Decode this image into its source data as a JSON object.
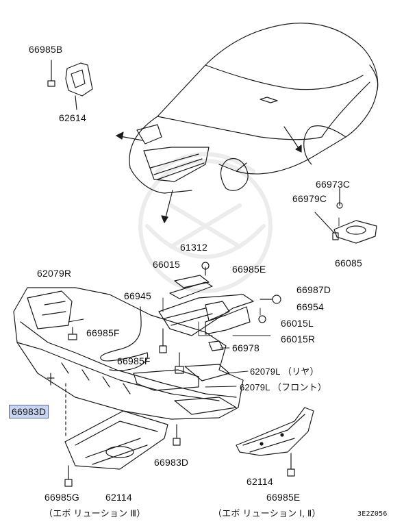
{
  "labels": {
    "p66985B": "66985B",
    "p62614": "62614",
    "p66973C": "66973C",
    "p66979C": "66979C",
    "p66085": "66085",
    "p61312": "61312",
    "p66015": "66015",
    "p66985E_a": "66985E",
    "p62079R": "62079R",
    "p66945": "66945",
    "p66987D": "66987D",
    "p66954": "66954",
    "p66015L": "66015L",
    "p66015R": "66015R",
    "p66985F_a": "66985F",
    "p66978": "66978",
    "p66985F_b": "66985F",
    "p62079L_rear": "62079L （リヤ）",
    "p62079L_front": "62079L （フロント）",
    "p66983D_hl": "66983D",
    "p66983D": "66983D",
    "p62114_a": "62114",
    "p66985G": "66985G",
    "p62114_b": "62114",
    "p66985E_b": "66985E",
    "evo3": "（エボ リューション  Ⅲ）",
    "evo12": "（エボ リューション  Ⅰ, Ⅱ）",
    "code": "3E2Z056"
  },
  "colors": {
    "line": "#1a1a1a",
    "highlight": "#c9d4f2",
    "watermark": "#efefef"
  }
}
